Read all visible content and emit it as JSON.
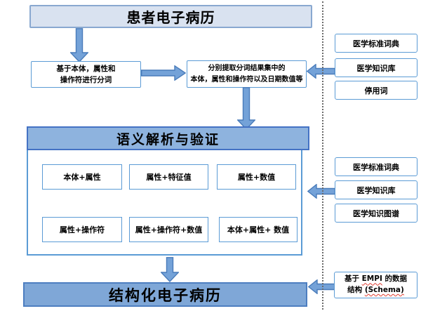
{
  "diagram": {
    "top_box": "患者电子病历",
    "seg_box": {
      "line1": "基于本体，属性和",
      "line2": "操作符进行分词"
    },
    "extract_box": {
      "line1": "分别提取分词结果集中的",
      "line2": "本体，属性和操作符以及日期数值等"
    },
    "section": {
      "title": "语义解析与验证",
      "cells": [
        "本体+属性",
        "属性+特征值",
        "属性+数值",
        "属性+操作符",
        "属性+操作符+数值",
        "本体+属性+ 数值"
      ]
    },
    "bottom_bar": "结构化电子病历",
    "right_group1": [
      "医学标准词典",
      "医学知识库",
      "停用词"
    ],
    "right_group2": [
      "医学标准词典",
      "医学知识库",
      "医学知识图谱"
    ],
    "empi_box": {
      "prefix1": "基于 ",
      "term1": "EMPI",
      "suffix1": " 的数据",
      "prefix2": "结构 ",
      "term2": "(Schema)"
    }
  },
  "colors": {
    "light_box_fill": "#d9e2f0",
    "light_box_border": "#89a8d0",
    "header_fill": "#8eb3de",
    "header_border": "#4472c4",
    "bar_fill": "#7fa7d7",
    "bar_border": "#4d7ec0",
    "white_box_border": "#5b9bd5",
    "arrow_fill": "#74a2d8",
    "arrow_stroke": "#4a7cba"
  }
}
